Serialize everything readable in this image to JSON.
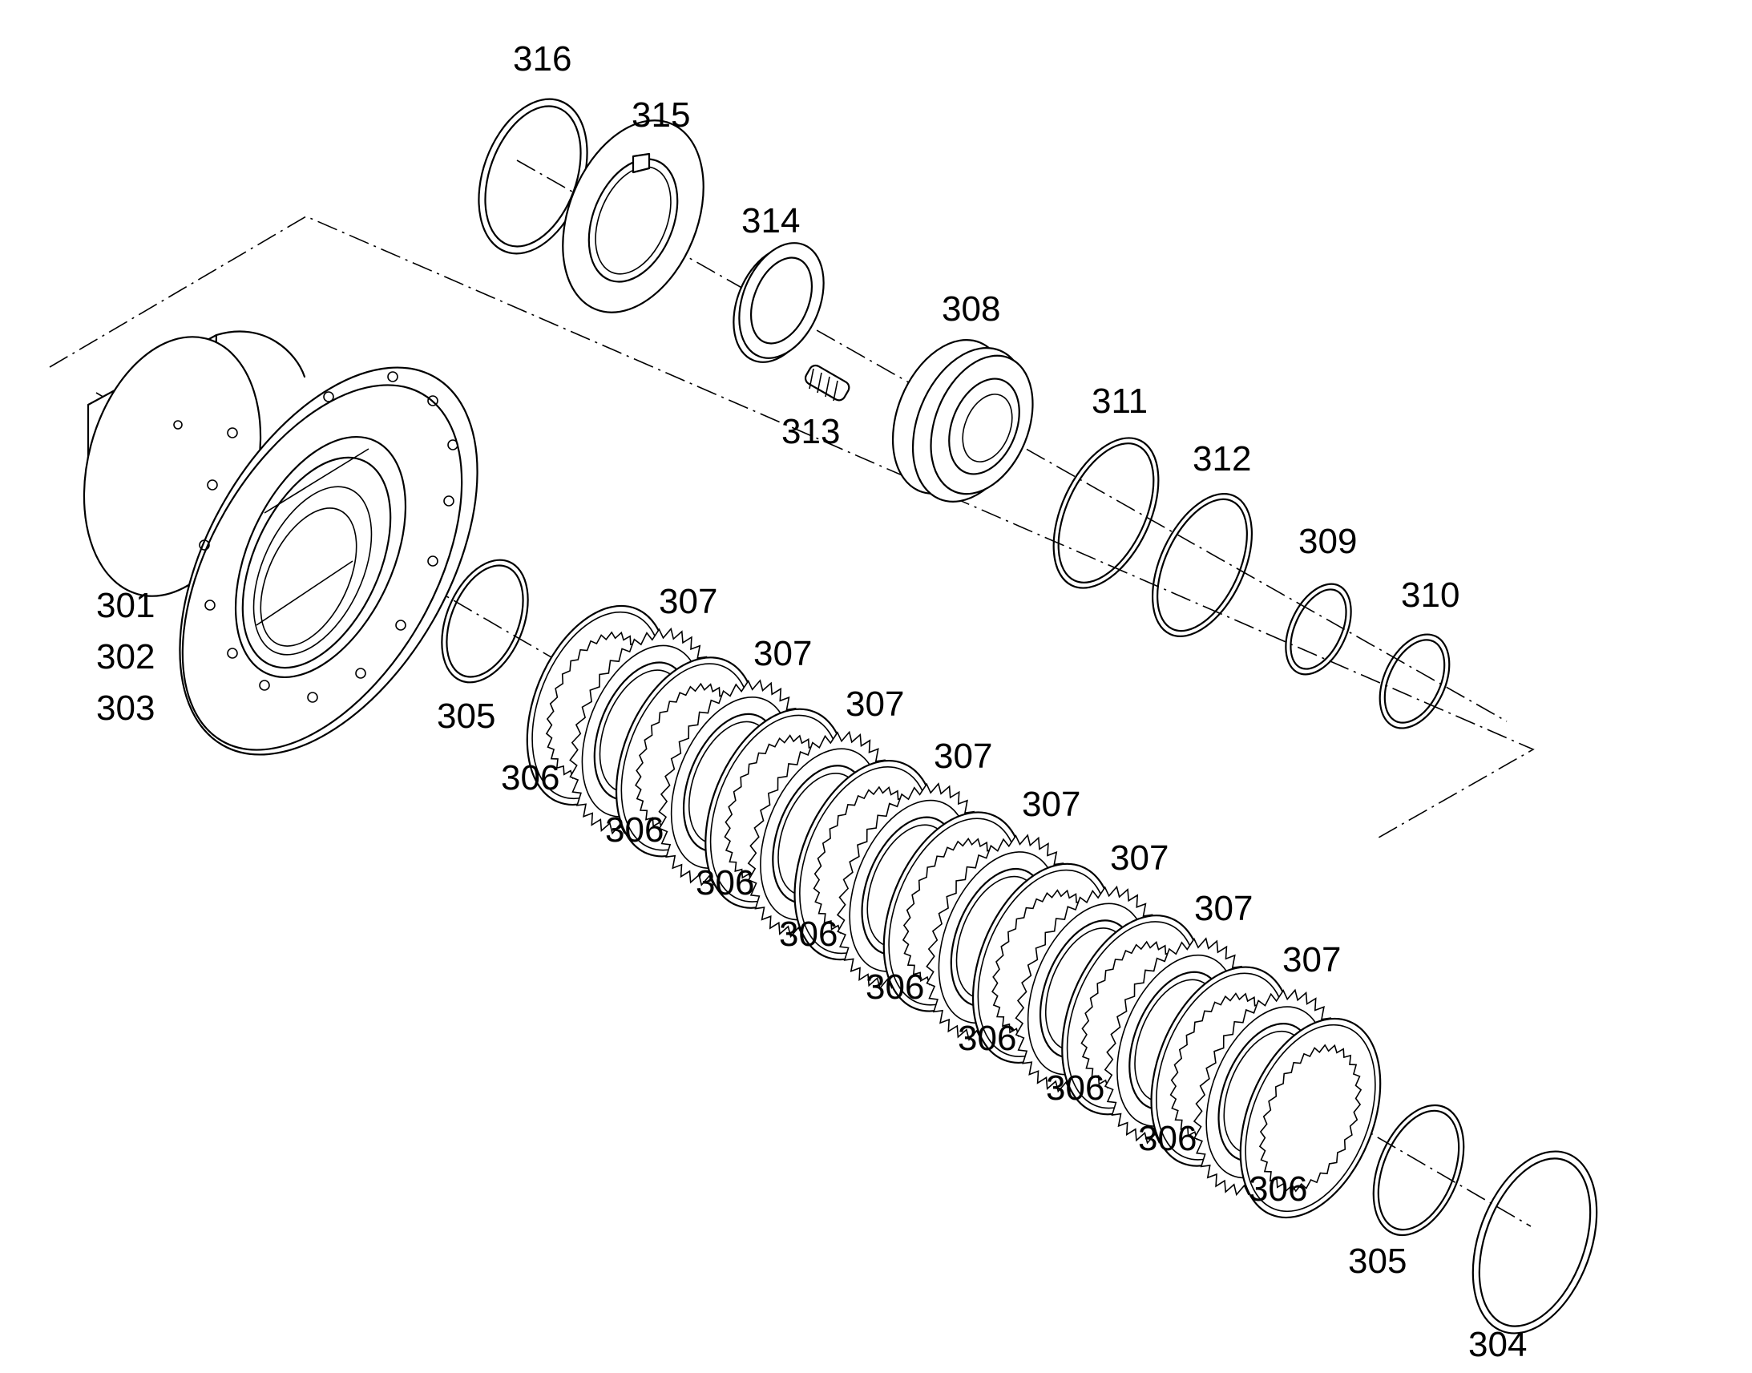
{
  "diagram": {
    "kind": "exploded-parts-view",
    "callouts": {
      "c301": "301",
      "c302": "302",
      "c303": "303",
      "c304": "304",
      "c305a": "305",
      "c305b": "305",
      "c306": [
        "306",
        "306",
        "306",
        "306",
        "306",
        "306",
        "306",
        "306",
        "306"
      ],
      "c307": [
        "307",
        "307",
        "307",
        "307",
        "307",
        "307",
        "307",
        "307"
      ],
      "c308": "308",
      "c309": "309",
      "c310": "310",
      "c311": "311",
      "c312": "312",
      "c313": "313",
      "c314": "314",
      "c315": "315",
      "c316": "316"
    },
    "line_color": "#000000",
    "background": "#ffffff"
  }
}
